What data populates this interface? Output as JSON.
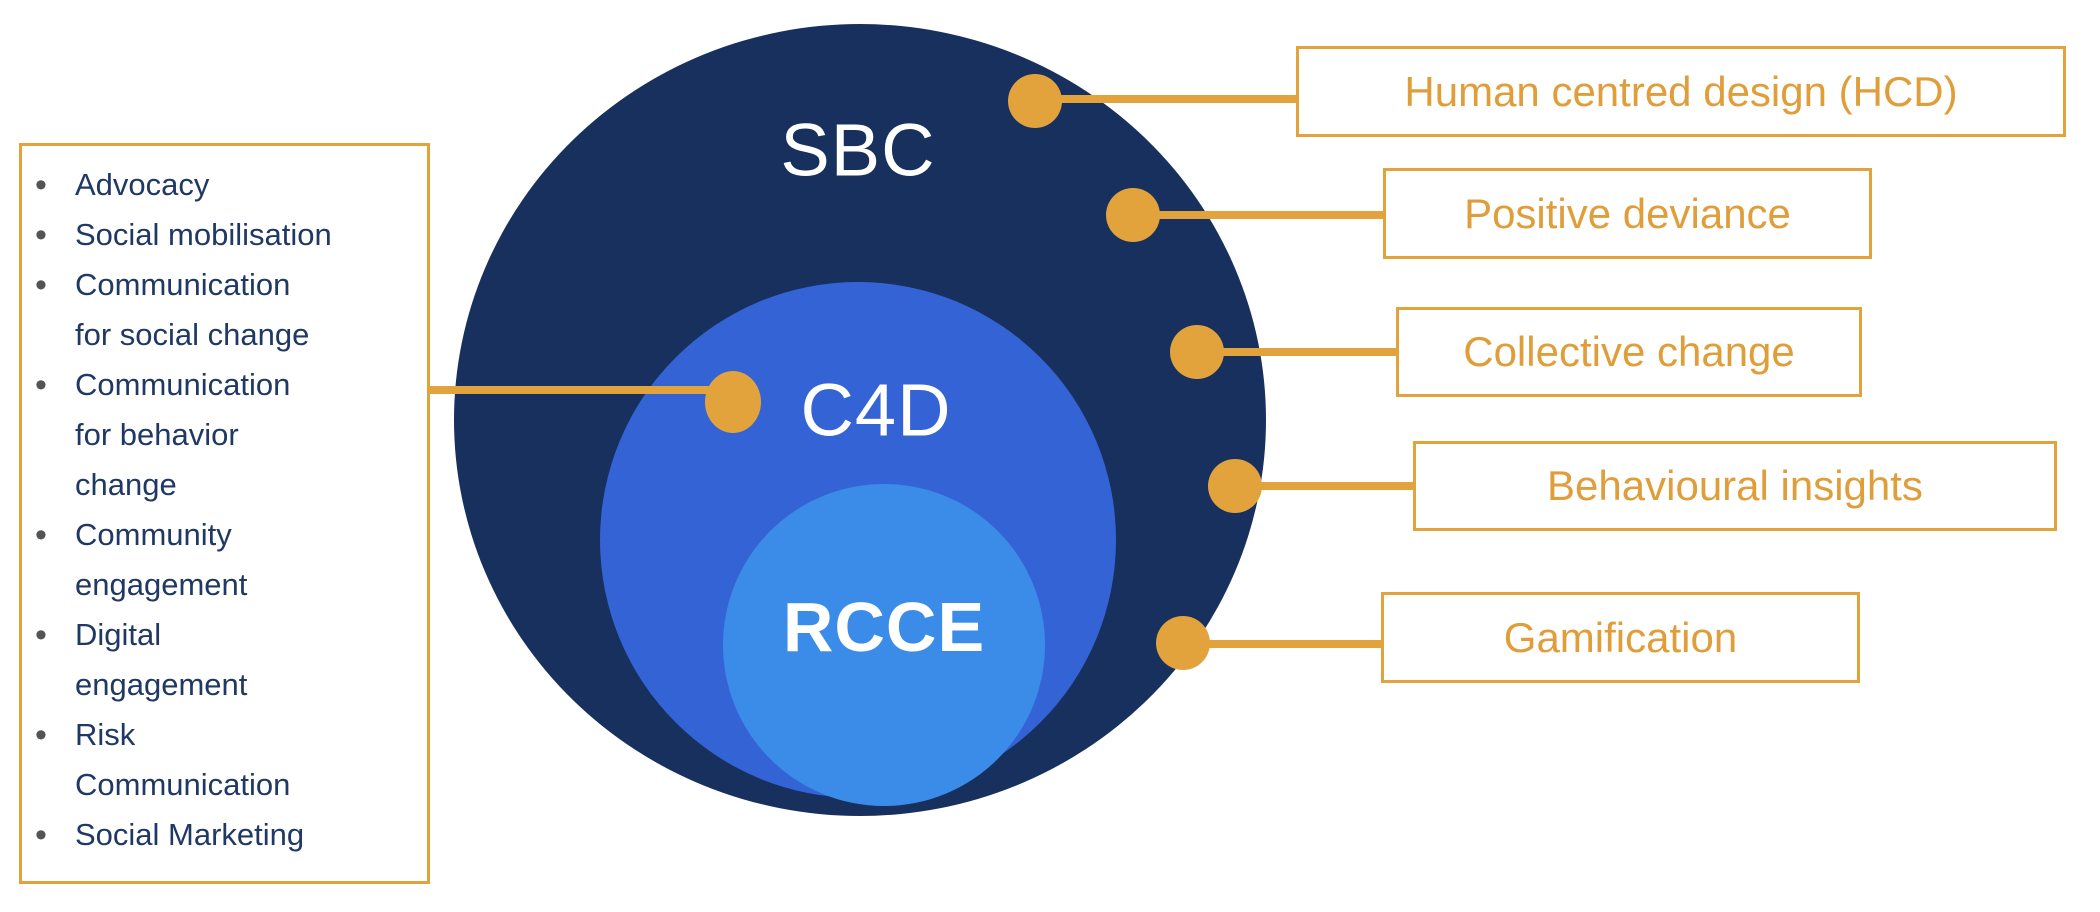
{
  "venn": {
    "circles": [
      {
        "id": "sbc",
        "label": "SBC",
        "color": "#17305E"
      },
      {
        "id": "c4d",
        "label": "C4D",
        "color": "#3463D6"
      },
      {
        "id": "rcce",
        "label": "RCCE",
        "color": "#3B8CE8"
      }
    ]
  },
  "left_panel": {
    "items": [
      "Advocacy",
      "Social mobilisation",
      "Communication\nfor social change",
      "Communication\nfor behavior\nchange",
      "Community\nengagement",
      "Digital\nengagement",
      "Risk\nCommunication",
      "Social Marketing"
    ]
  },
  "callouts": [
    {
      "label": "Human centred design (HCD)"
    },
    {
      "label": "Positive deviance"
    },
    {
      "label": "Collective change"
    },
    {
      "label": "Behavioural insights"
    },
    {
      "label": "Gamification"
    }
  ],
  "colors": {
    "accent_orange": "#E2A33C",
    "callout_text": "#E09E3B",
    "list_text": "#1F3864",
    "bullet_gray": "#545454",
    "outer_circle": "#17305E",
    "middle_circle": "#3463D6",
    "inner_circle": "#3B8CE8",
    "circle_label_text": "#FFFFFF"
  }
}
